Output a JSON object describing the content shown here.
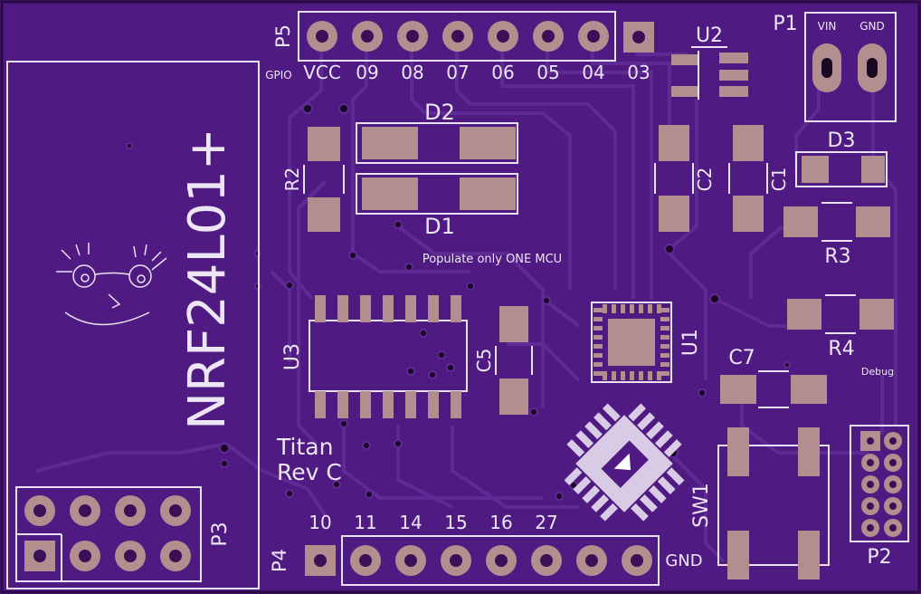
{
  "colors": {
    "board": "#4f1b82",
    "trace": "#5e2a94",
    "pad": "#b38e8e",
    "silk": "#e8e2f2",
    "hole": "#3a1056",
    "via": "#1a0722"
  },
  "headers": {
    "p5": {
      "ref": "P5",
      "prefix": "GPIO",
      "labels": [
        "VCC",
        "09",
        "08",
        "07",
        "06",
        "05",
        "04",
        "03"
      ]
    },
    "p4": {
      "ref": "P4",
      "labels": [
        "10",
        "11",
        "14",
        "15",
        "16",
        "27"
      ],
      "gnd": "GND"
    },
    "p1": {
      "ref": "P1",
      "vin": "VIN",
      "gnd": "GND"
    },
    "p2": {
      "ref": "P2",
      "note": "Debug"
    },
    "p3": {
      "ref": "P3"
    }
  },
  "components": {
    "u2": "U2",
    "d2": "D2",
    "d1": "D1",
    "d3": "D3",
    "r2": "R2",
    "r3": "R3",
    "r4": "R4",
    "c1": "C1",
    "c2": "C2",
    "c5": "C5",
    "c7": "C7",
    "u3": "U3",
    "u1": "U1",
    "sw1": "SW1"
  },
  "silkscreen": {
    "module": "NRF24L01+",
    "mcu_note": "Populate only ONE MCU",
    "board_name_line1": "Titan",
    "board_name_line2": "Rev C"
  },
  "icons": [
    "smiley-face-doodle-icon",
    "qfn-footprint-icon"
  ]
}
